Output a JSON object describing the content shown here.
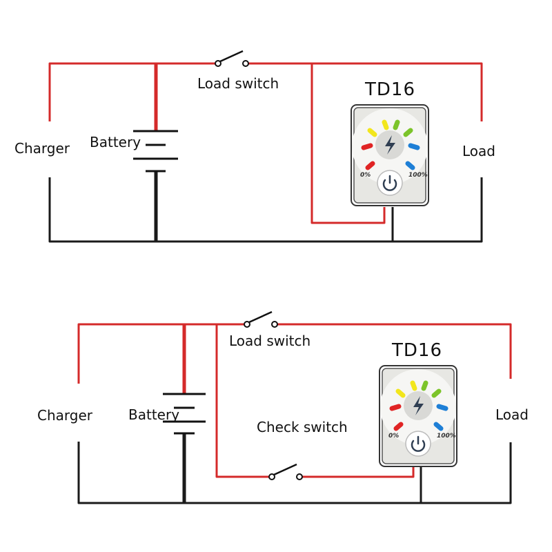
{
  "diagram_top": {
    "charger_label": "Charger",
    "battery_label": "Battery",
    "load_switch_label": "Load switch",
    "load_label": "Load",
    "module": {
      "title": "TD16",
      "pct_min": "0%",
      "pct_max": "100%"
    }
  },
  "diagram_bottom": {
    "charger_label": "Charger",
    "battery_label": "Battery",
    "load_switch_label": "Load switch",
    "check_switch_label": "Check switch",
    "load_label": "Load",
    "module": {
      "title": "TD16",
      "pct_min": "0%",
      "pct_max": "100%"
    }
  },
  "colors": {
    "positive_wire": "#d42a2a",
    "negative_wire": "#1a1a1a",
    "led_red": "#e02424",
    "led_yellow": "#f2e61c",
    "led_green": "#7cc42a",
    "led_blue": "#1e7fd6"
  }
}
